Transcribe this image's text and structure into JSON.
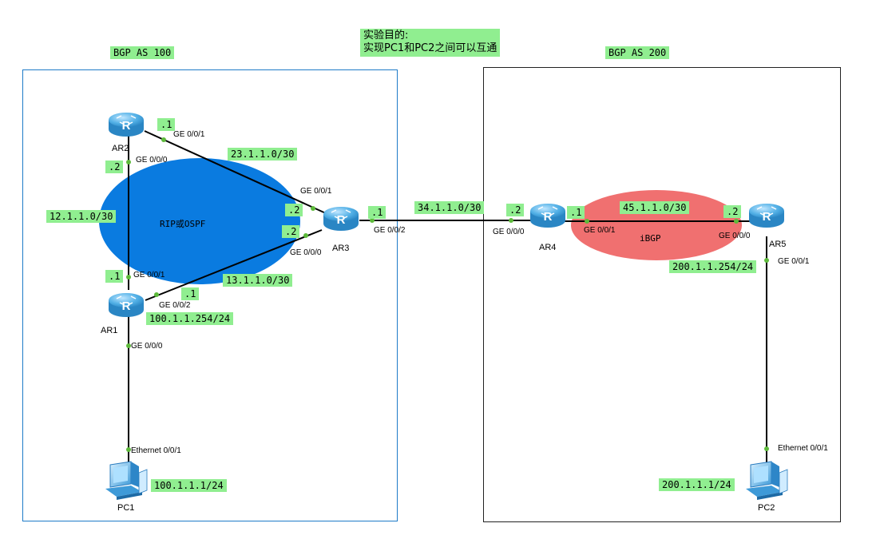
{
  "goal": {
    "line1": "实验目的:",
    "line2": "实现PC1和PC2之间可以互通"
  },
  "as_left": "BGP AS 100",
  "as_right": "BGP AS 200",
  "area_left": "RIP或OSPF",
  "area_right": "iBGP",
  "devices": {
    "ar1": "AR1",
    "ar2": "AR2",
    "ar3": "AR3",
    "ar4": "AR4",
    "ar5": "AR5",
    "pc1": "PC1",
    "pc2": "PC2"
  },
  "networks": {
    "n12": "12.1.1.0/30",
    "n23": "23.1.1.0/30",
    "n13": "13.1.1.0/30",
    "n34": "34.1.1.0/30",
    "n45": "45.1.1.0/30",
    "lan1_gw": "100.1.1.254/24",
    "lan1_host": "100.1.1.1/24",
    "lan2_gw": "200.1.1.254/24",
    "lan2_host": "200.1.1.1/24"
  },
  "ip_suffix": {
    "ar2_g001": ".1",
    "ar2_g000": ".2",
    "ar3_g001": ".2",
    "ar3_g000": ".2",
    "ar3_g002": ".1",
    "ar1_g001": ".1",
    "ar1_g002": ".1",
    "ar4_g000": ".2",
    "ar4_g001": ".1",
    "ar5_g000": ".2"
  },
  "ports": {
    "ar2_g001": "GE 0/0/1",
    "ar2_g000": "GE 0/0/0",
    "ar3_g001": "GE 0/0/1",
    "ar3_g000": "GE 0/0/0",
    "ar3_g002": "GE 0/0/2",
    "ar1_g001": "GE 0/0/1",
    "ar1_g002": "GE 0/0/2",
    "ar1_g000": "GE 0/0/0",
    "pc1_eth": "Ethernet 0/0/1",
    "ar4_g000": "GE 0/0/0",
    "ar4_g001": "GE 0/0/1",
    "ar5_g000": "GE 0/0/0",
    "ar5_g001": "GE 0/0/1",
    "pc2_eth": "Ethernet 0/0/1"
  },
  "colors": {
    "label_bg": "#90EE90",
    "left_box": "#1E7BC8",
    "right_box": "#222222",
    "ospf_area": "#0A7BE0",
    "ibgp_area": "#F07070",
    "router": "#3FA7DF",
    "port_dot": "#5DBA3B"
  },
  "icons": {
    "router": "router-icon",
    "pc": "pc-icon"
  }
}
